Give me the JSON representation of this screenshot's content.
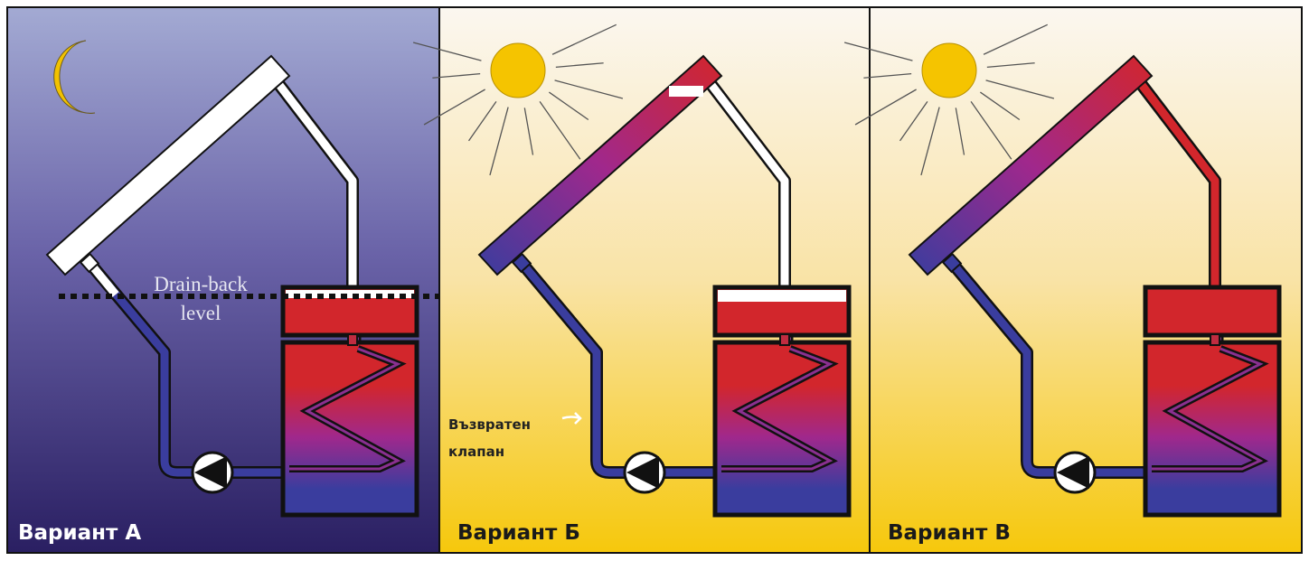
{
  "panels": [
    {
      "label": "Вариант А",
      "mode": "night",
      "label_color": "#ffffff"
    },
    {
      "label": "Вариант Б",
      "mode": "drain",
      "label_color": "#1a1a1a"
    },
    {
      "label": "Вариант В",
      "mode": "full",
      "label_color": "#1a1a1a"
    }
  ],
  "drain_back": {
    "line1": "Drain-back",
    "line2": "level"
  },
  "check_valve": {
    "line1": "Възвратен",
    "line2": "клапан"
  },
  "colors": {
    "night_top": "#a3aad3",
    "night_bottom": "#2a1f62",
    "day_top": "#fbf7f0",
    "day_bottom": "#f6c80c",
    "hot": "#d2262c",
    "cold": "#3a3d9e",
    "sun": "#f5c400"
  }
}
